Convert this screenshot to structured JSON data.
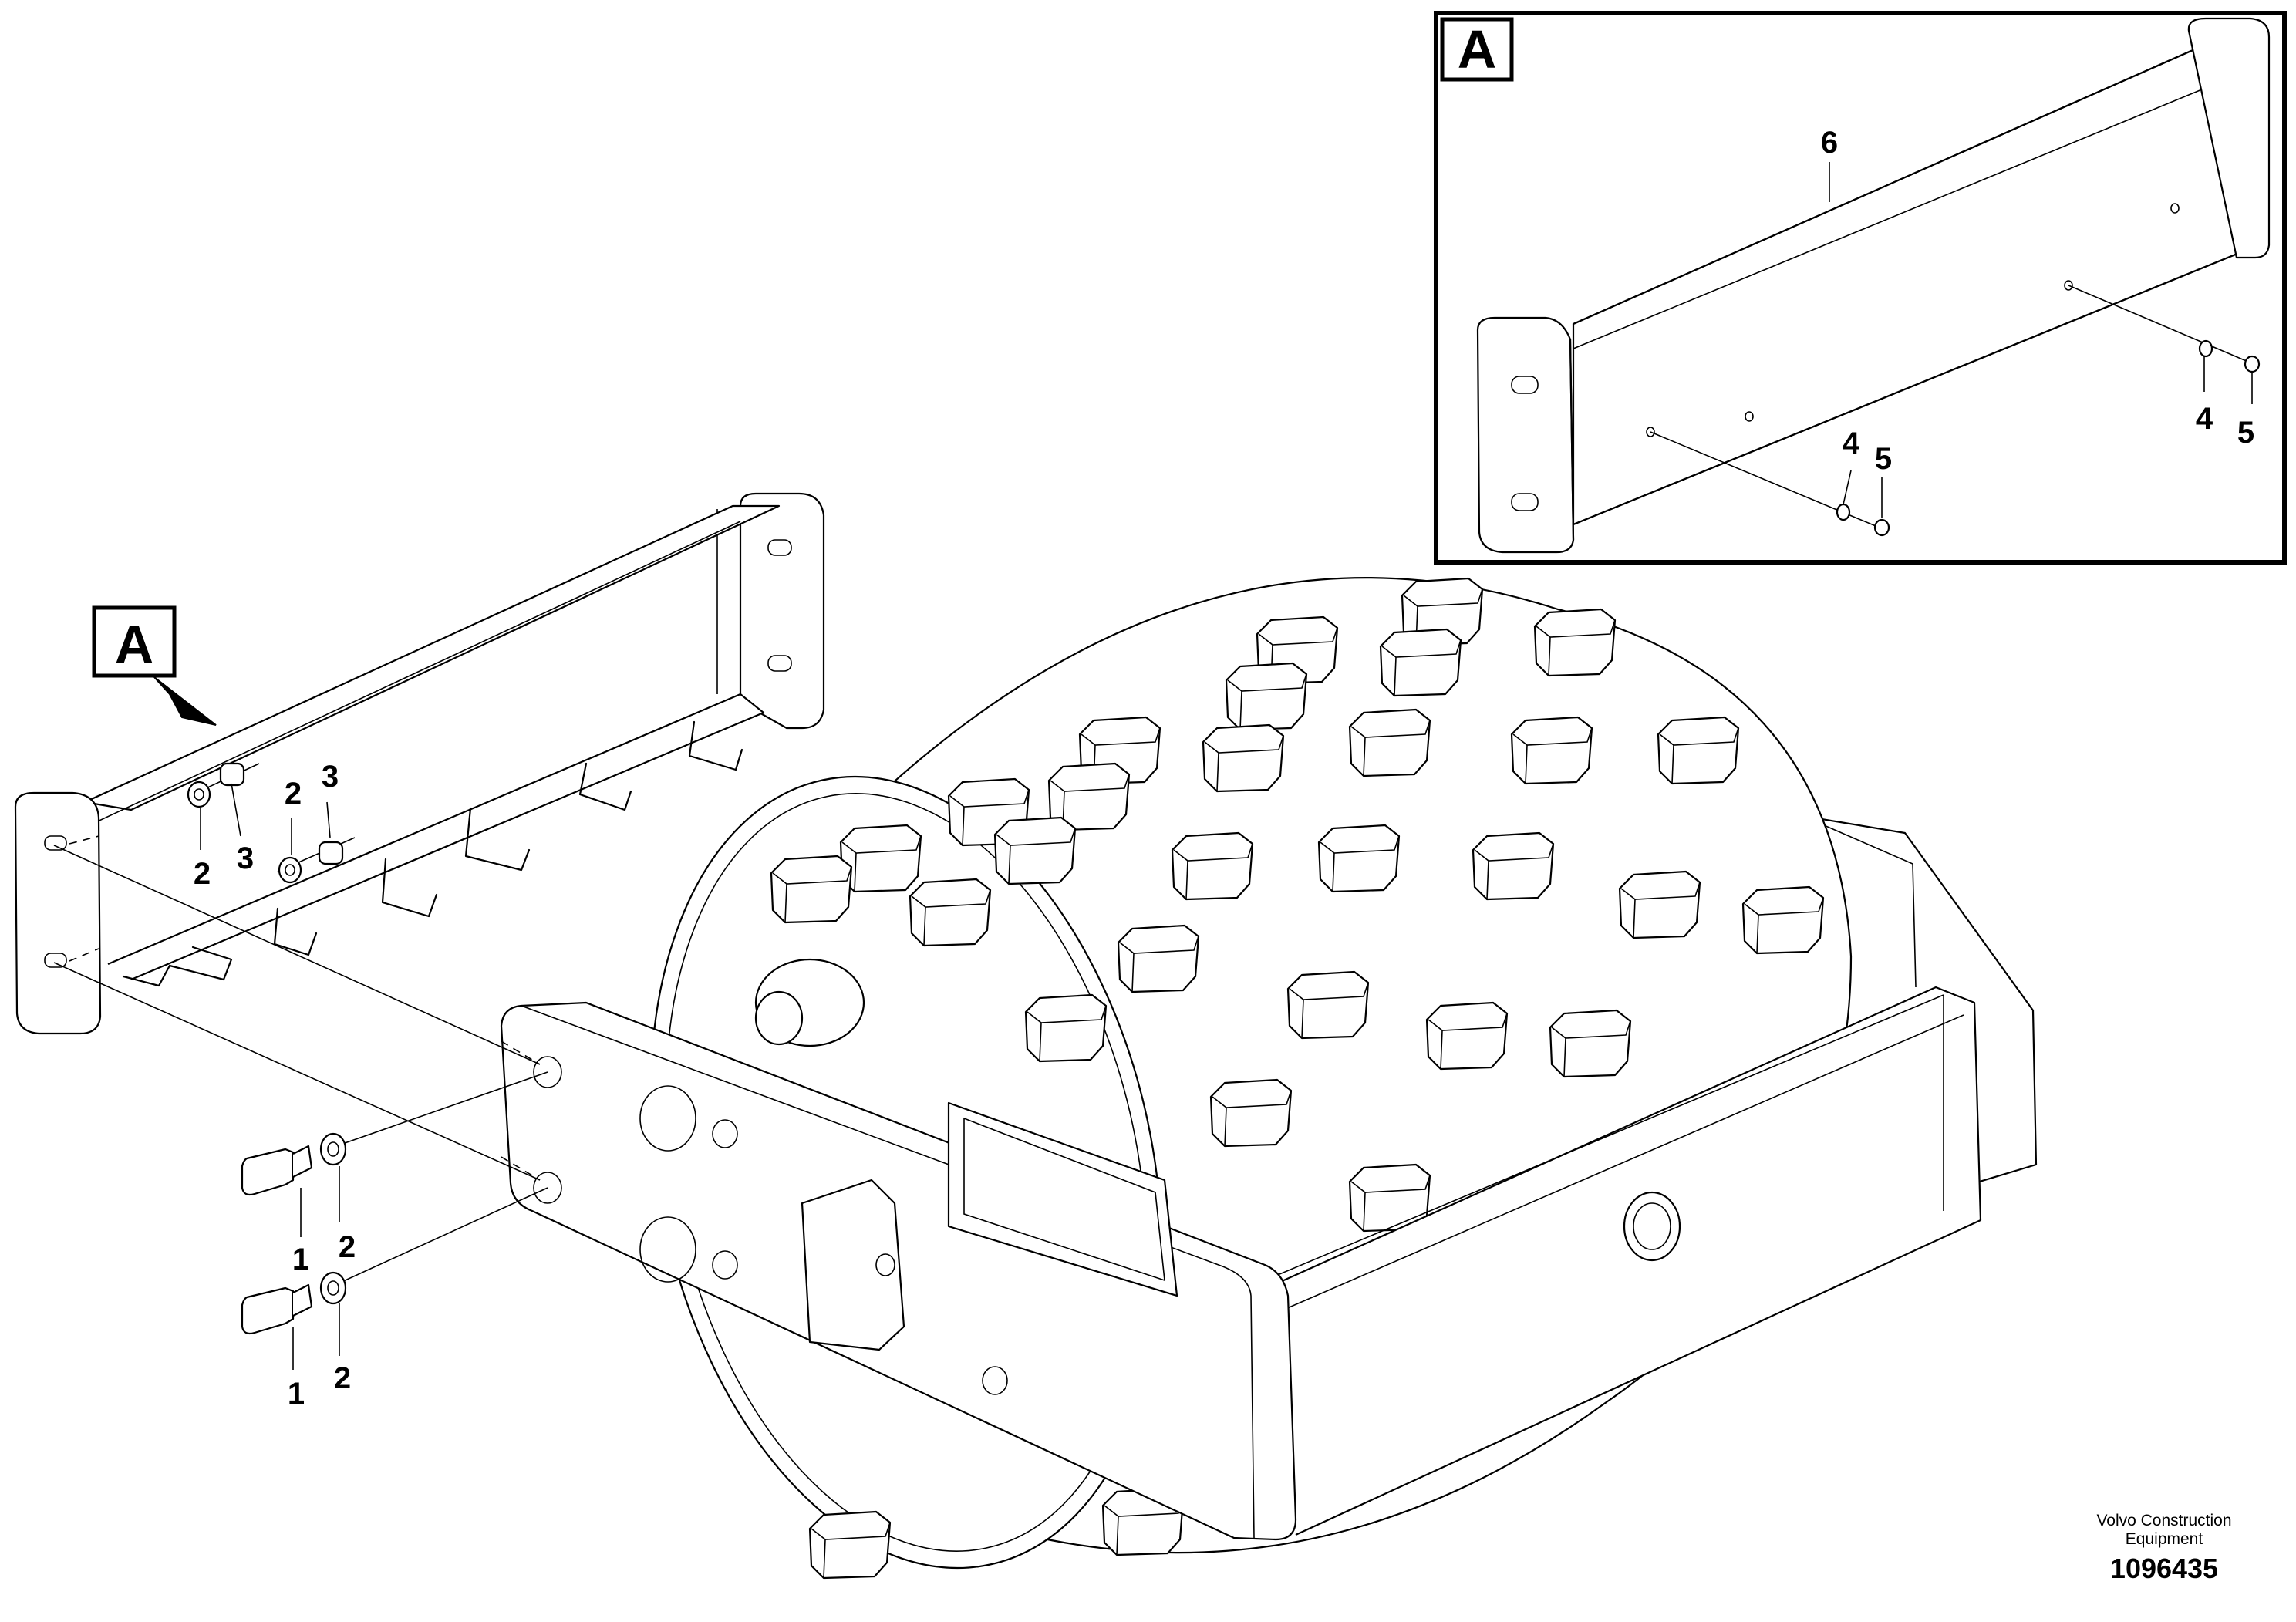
{
  "detail_label": "A",
  "callouts": {
    "bolt_upper": "1",
    "bolt_lower": "1",
    "washer_upper": "2",
    "washer_lower": "2",
    "washer_top_left": "2",
    "washer_top_right": "2",
    "nut_left": "3",
    "nut_right": "3",
    "inset_washer_mid": "4",
    "inset_washer_right": "4",
    "inset_nut_mid": "5",
    "inset_nut_right": "5",
    "inset_beam": "6"
  },
  "publisher": {
    "line1": "Volvo Construction",
    "line2": "Equipment",
    "part_number": "1096435"
  },
  "icons": {
    "drum_pad": "pad-icon"
  }
}
